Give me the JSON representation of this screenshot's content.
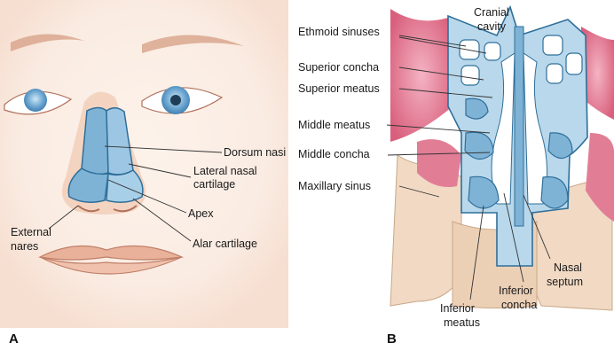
{
  "panel_a": {
    "letter": "A",
    "labels": {
      "dorsum_nasi": "Dorsum nasi",
      "lateral_nasal_cartilage_1": "Lateral nasal",
      "lateral_nasal_cartilage_2": "cartilage",
      "apex": "Apex",
      "alar_cartilage": "Alar cartilage",
      "external_nares_1": "External",
      "external_nares_2": "nares"
    }
  },
  "panel_b": {
    "letter": "B",
    "labels": {
      "cranial_cavity_1": "Cranial",
      "cranial_cavity_2": "cavity",
      "ethmoid_sinuses": "Ethmoid sinuses",
      "superior_concha": "Superior concha",
      "superior_meatus": "Superior meatus",
      "middle_meatus": "Middle meatus",
      "middle_concha": "Middle concha",
      "maxillary_sinus": "Maxillary sinus",
      "inferior_meatus_1": "Inferior",
      "inferior_meatus_2": "meatus",
      "inferior_concha_1": "Inferior",
      "inferior_concha_2": "concha",
      "nasal_septum_1": "Nasal",
      "nasal_septum_2": "septum"
    }
  },
  "colors": {
    "skin": "#f6dccb",
    "skin_shadow": "#e9a88f",
    "cartilage_blue": "#7fb3d6",
    "cartilage_light": "#b9d8ec",
    "mucosa": "#e27d96",
    "bone": "#f1d9c3"
  }
}
